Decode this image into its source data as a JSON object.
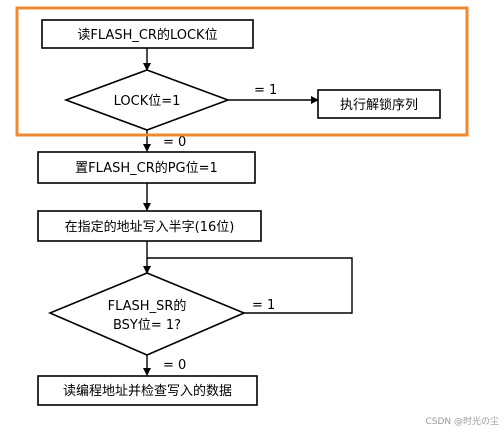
{
  "highlight": {
    "color": "#f08a30"
  },
  "nodes": {
    "read_cr": "读FLASH_CR的LOCK位",
    "lock_check": "LOCK位=1",
    "unlock": "执行解锁序列",
    "set_pg": "置FLASH_CR的PG位=1",
    "write_half": "在指定的地址写入半字(16位)",
    "bsy_check_line1": "FLASH_SR的",
    "bsy_check_line2": "BSY位= 1?",
    "verify": "读编程地址并检查写入的数据"
  },
  "edges": {
    "lock_yes": "= 1",
    "lock_no": "= 0",
    "bsy_yes": "= 1",
    "bsy_no": "= 0"
  },
  "watermark": "CSDN @时光の尘"
}
